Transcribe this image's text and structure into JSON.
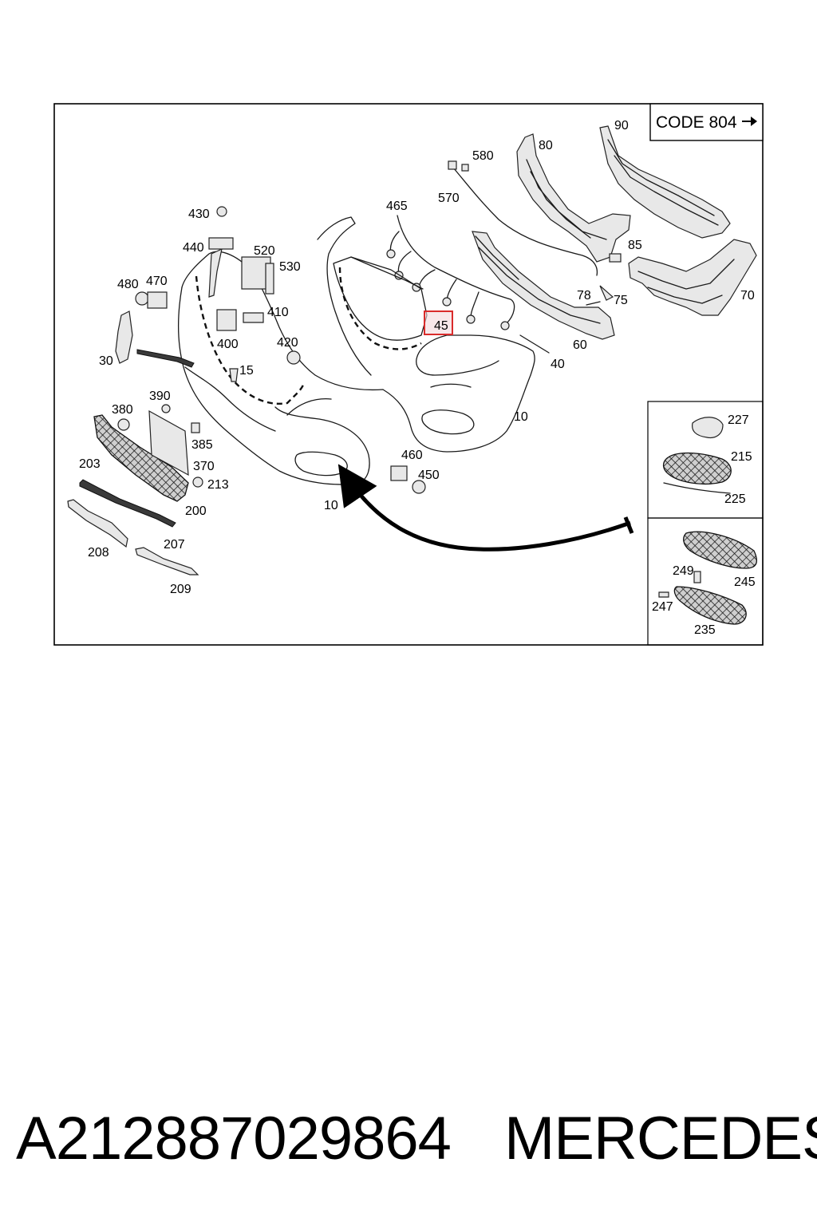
{
  "diagram": {
    "code_box": "CODE 804",
    "highlighted_part": "45",
    "highlight_color": "#d92b2b",
    "callouts": [
      "90",
      "80",
      "580",
      "570",
      "465",
      "520",
      "530",
      "430",
      "440",
      "480",
      "470",
      "410",
      "85",
      "78",
      "75",
      "70",
      "45",
      "60",
      "40",
      "400",
      "420",
      "15",
      "30",
      "10",
      "390",
      "380",
      "385",
      "370",
      "213",
      "203",
      "200",
      "207",
      "208",
      "209",
      "460",
      "450",
      "227",
      "215",
      "225",
      "249",
      "245",
      "247",
      "235"
    ]
  },
  "footer": {
    "part_number": "A212887029864",
    "brand": "MERCEDES"
  }
}
